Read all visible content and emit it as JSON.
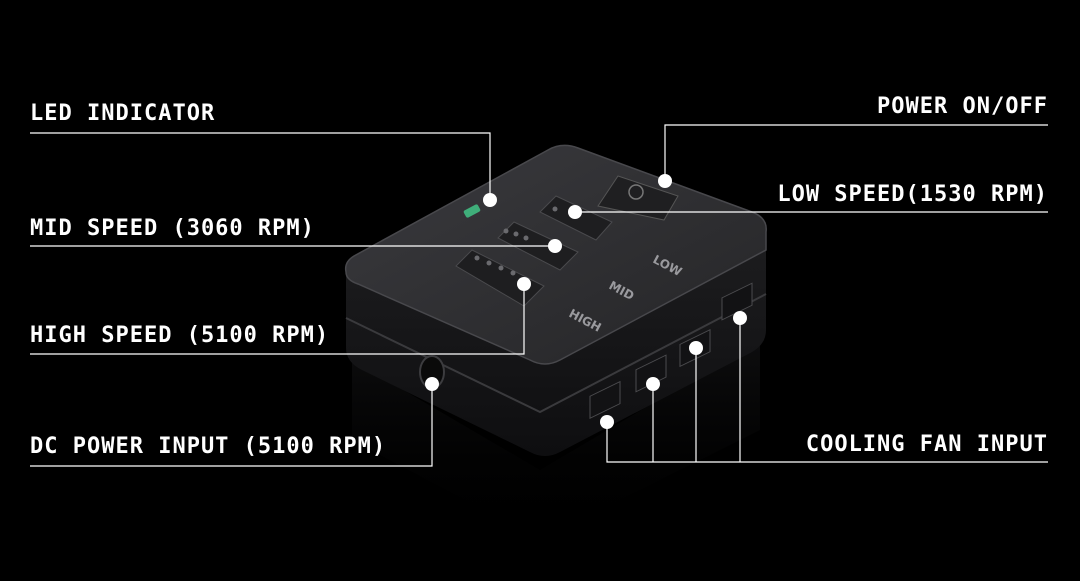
{
  "labels": {
    "led_indicator": "LED INDICATOR",
    "mid_speed": "MID SPEED (3060 RPM)",
    "high_speed": "HIGH SPEED (5100 RPM)",
    "dc_power_input": "DC POWER INPUT (5100 RPM)",
    "power_on_off": "POWER ON/OFF",
    "low_speed": "LOW SPEED(1530 RPM)",
    "cooling_fan_input": "COOLING FAN INPUT"
  },
  "device_markings": {
    "low": "LOW",
    "mid": "MID",
    "high": "HIGH"
  },
  "colors": {
    "background": "#000000",
    "text": "#ffffff",
    "line": "#ffffff",
    "device_body": "#2b2b2e",
    "device_top": "#333336",
    "led": "#3fae7a"
  }
}
